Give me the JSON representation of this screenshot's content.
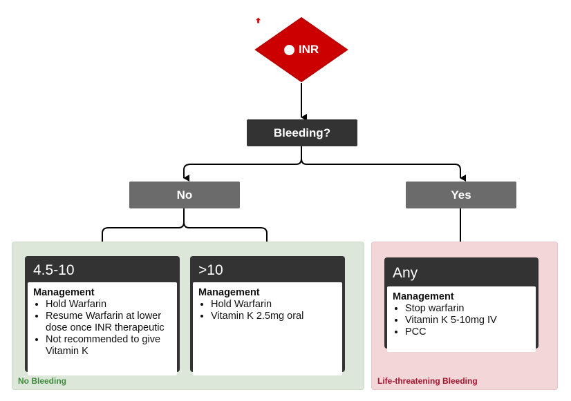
{
  "root": {
    "label": "INR",
    "icon": "arrow-up-circle-icon",
    "color": "#cc0000"
  },
  "decision": {
    "label": "Bleeding?"
  },
  "branches": {
    "no": "No",
    "yes": "Yes"
  },
  "zones": {
    "no_bleeding": {
      "label": "No Bleeding",
      "color": "#3f8a3c"
    },
    "life_threatening": {
      "label": "Life-threatening Bleeding",
      "color": "#a0142e"
    }
  },
  "cards": {
    "range_low": {
      "title": "4.5-10",
      "heading": "Management",
      "items": [
        "Hold Warfarin",
        "Resume Warfarin at lower dose once INR therapeutic",
        "Not recommended to give Vitamin K"
      ]
    },
    "range_high": {
      "title": ">10",
      "heading": "Management",
      "items": [
        "Hold Warfarin",
        "Vitamin K 2.5mg oral"
      ]
    },
    "any": {
      "title": "Any",
      "heading": "Management",
      "items": [
        "Stop warfarin",
        "Vitamin K 5-10mg IV",
        "PCC"
      ]
    }
  }
}
